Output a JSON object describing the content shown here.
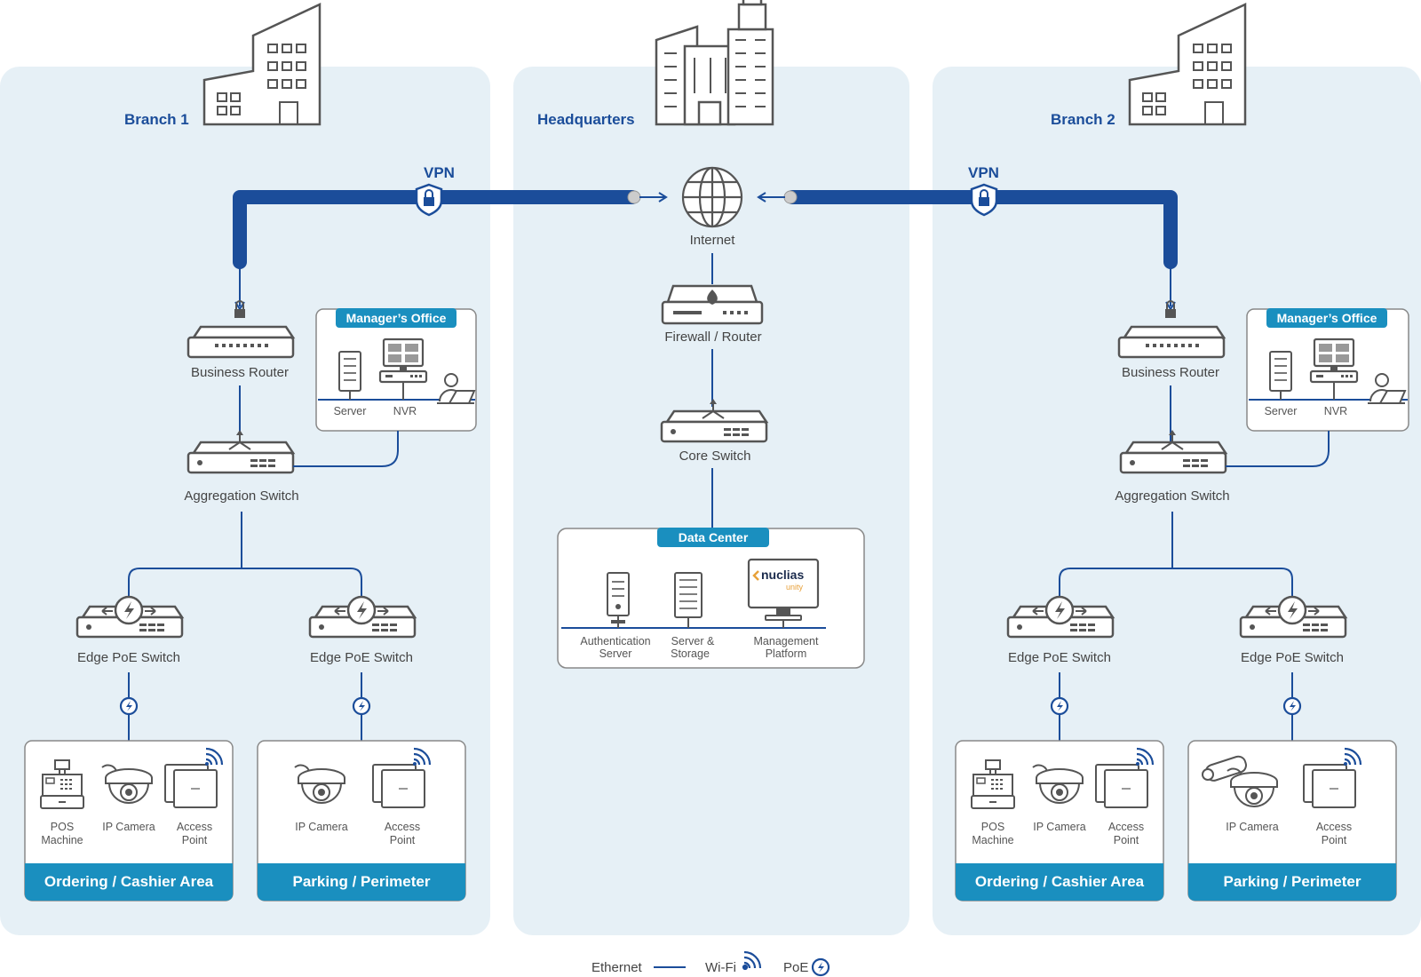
{
  "zones": {
    "branch1": "Branch 1",
    "hq": "Headquarters",
    "branch2": "Branch 2"
  },
  "vpn_label": "VPN",
  "hq": {
    "internet": "Internet",
    "firewall": "Firewall / Router",
    "core_switch": "Core Switch",
    "data_center": {
      "title": "Data Center",
      "auth_server_line1": "Authentication",
      "auth_server_line2": "Server",
      "storage_line1": "Server &",
      "storage_line2": "Storage",
      "mgmt_line1": "Management",
      "mgmt_line2": "Platform",
      "nuclias_brand": "nuclias",
      "nuclias_sub": "unity"
    }
  },
  "branch": {
    "business_router": "Business Router",
    "aggregation_switch": "Aggregation Switch",
    "edge_poe_switch": "Edge PoE Switch",
    "managers_office": "Manager’s Office",
    "server": "Server",
    "nvr": "NVR",
    "pos_line1": "POS",
    "pos_line2": "Machine",
    "ip_camera": "IP Camera",
    "ap_line1": "Access",
    "ap_line2": "Point",
    "ordering_area": "Ordering / Cashier Area",
    "parking_area": "Parking / Perimeter"
  },
  "legend": {
    "ethernet": "Ethernet",
    "wifi": "Wi-Fi",
    "poe": "PoE"
  },
  "colors": {
    "zone_bg": "#e6f0f6",
    "vpn_pipe": "#1b4d9a",
    "line": "#1b4d9a",
    "teal": "#1a8fbf",
    "device_stroke": "#555555"
  }
}
